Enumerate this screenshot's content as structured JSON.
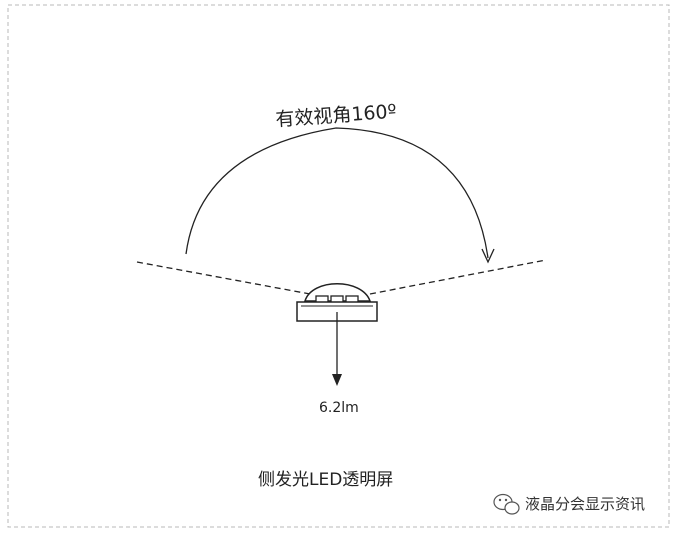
{
  "diagram": {
    "viewing_angle_label": "有效视角160º",
    "lumen_label": "6.2lm",
    "caption": "侧发光LED透明屏"
  },
  "watermark": {
    "text": "液晶分会显示资讯",
    "icon": "wechat-icon"
  }
}
